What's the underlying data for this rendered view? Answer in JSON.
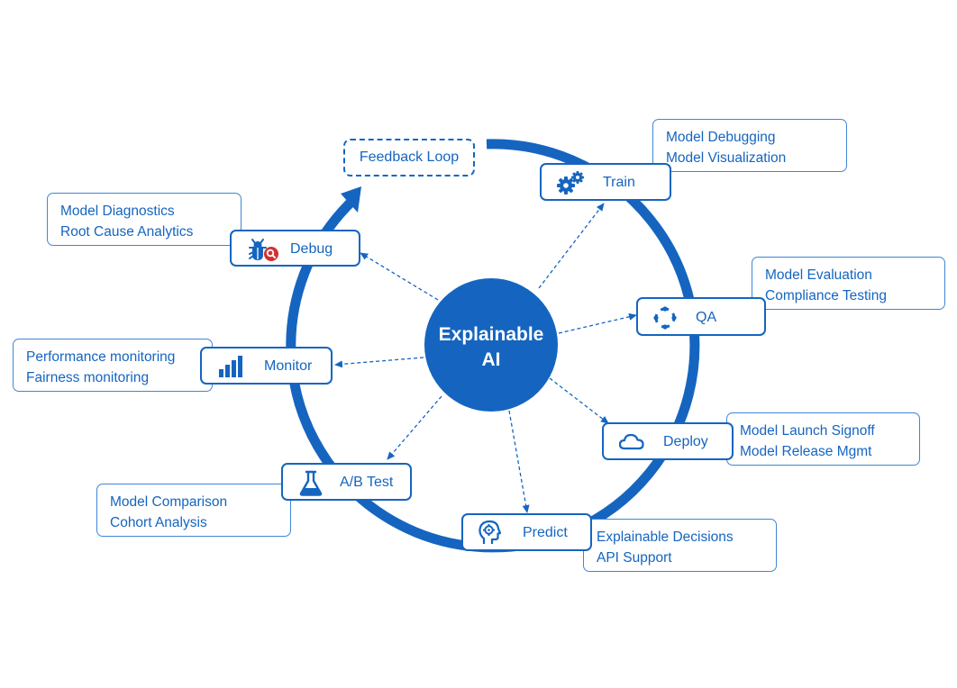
{
  "center": {
    "line1": "Explainable",
    "line2": "AI"
  },
  "feedback_loop": "Feedback Loop",
  "stages": {
    "train": {
      "label": "Train",
      "icon": "gears-icon"
    },
    "qa": {
      "label": "QA",
      "icon": "target-icon"
    },
    "deploy": {
      "label": "Deploy",
      "icon": "cloud-icon"
    },
    "predict": {
      "label": "Predict",
      "icon": "head-gear-icon"
    },
    "abtest": {
      "label": "A/B Test",
      "icon": "flask-icon"
    },
    "monitor": {
      "label": "Monitor",
      "icon": "bar-chart-icon"
    },
    "debug": {
      "label": "Debug",
      "icon": "bug-search-icon"
    }
  },
  "notes": {
    "train": [
      "Model Debugging",
      "Model Visualization"
    ],
    "qa": [
      "Model Evaluation",
      "Compliance Testing"
    ],
    "deploy": [
      "Model Launch Signoff",
      "Model Release Mgmt"
    ],
    "predict": [
      "Explainable Decisions",
      "API  Support"
    ],
    "abtest": [
      "Model Comparison",
      "Cohort Analysis"
    ],
    "monitor": [
      "Performance monitoring",
      "Fairness monitoring"
    ],
    "debug": [
      "Model Diagnostics",
      "Root Cause Analytics"
    ]
  },
  "colors": {
    "primary": "#1565c0",
    "accent_red": "#d32f2f"
  }
}
